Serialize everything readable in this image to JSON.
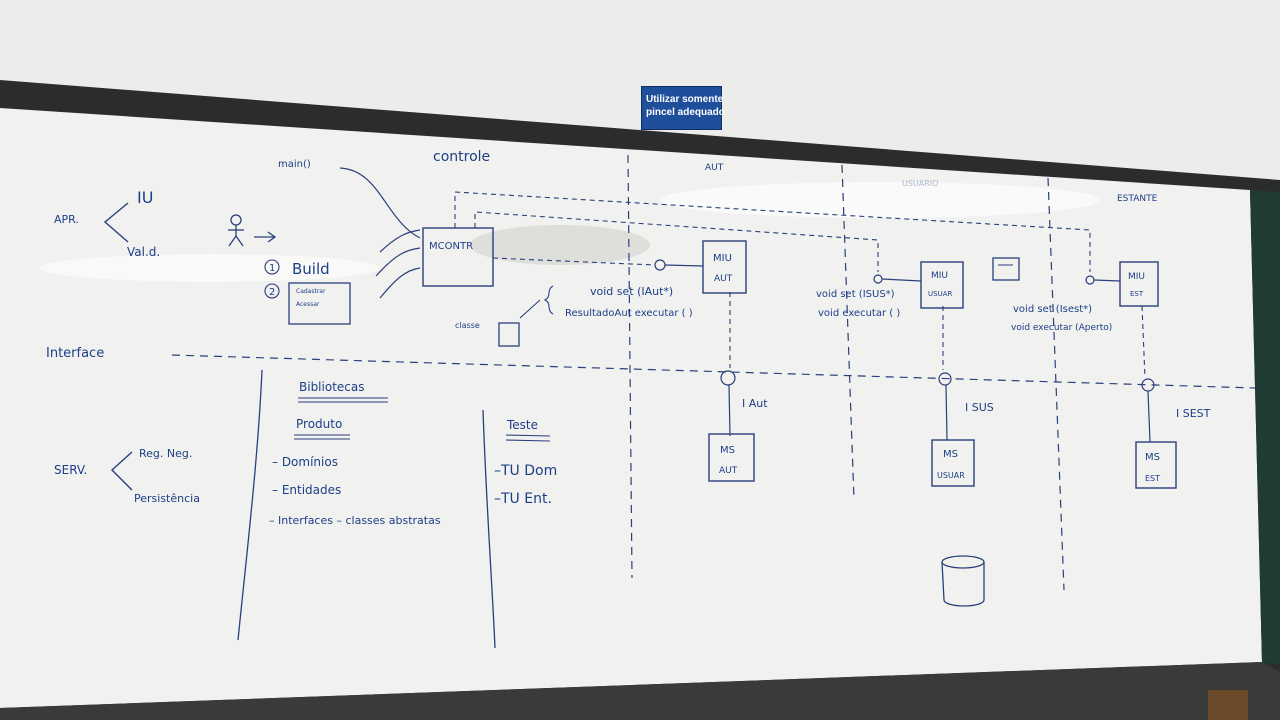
{
  "sign": {
    "line1": "Utilizar somente",
    "line2": "pincel adequado"
  },
  "board": {
    "controle": "controle",
    "main": "main()",
    "apr": "APR.",
    "iu": "IU",
    "valid": "Val.d.",
    "build_num": "1",
    "build": "Build",
    "form_num": "2",
    "form_line1": "Cadastrar",
    "form_line2": "Acessar",
    "mcontr": "MCONTR",
    "interface": "Interface",
    "classe": "classe",
    "aut_header": "AUT",
    "usuario_header": "USUARIO",
    "estante_header": "ESTANTE",
    "miu_aut_line1": "MIU",
    "miu_aut_line2": "AUT",
    "miu_usuar_line1": "MIU",
    "miu_usuar_line2": "USUAR",
    "miu_est_line1": "MIU",
    "miu_est_line2": "EST",
    "void_set_aut": "void set (IAut*)",
    "resultado_exec": "ResultadoAut executar ( )",
    "void_set_sus": "void set (ISUS*)",
    "void_exec_sus": "void executar ( )",
    "void_set_est": "void set (Isest*)",
    "void_exec_est": "void executar (Aperto)",
    "i_aut": "I Aut",
    "i_sus": "I SUS",
    "i_sest": "I SEST",
    "ms_aut_line1": "MS",
    "ms_aut_line2": "AUT",
    "ms_usuar_line1": "MS",
    "ms_usuar_line2": "USUAR",
    "ms_est_line1": "MS",
    "ms_est_line2": "EST",
    "bibliotecas": "Bibliotecas",
    "produto": "Produto",
    "dominios": "– Domínios",
    "entidades": "– Entidades",
    "interfaces": "– Interfaces – classes abstratas",
    "teste": "Teste",
    "tu_dom": "–TU Dom",
    "tu_ent": "–TU Ent.",
    "serv": "SERV.",
    "reg_neg": "Reg. Neg.",
    "persistencia": "Persistência"
  }
}
